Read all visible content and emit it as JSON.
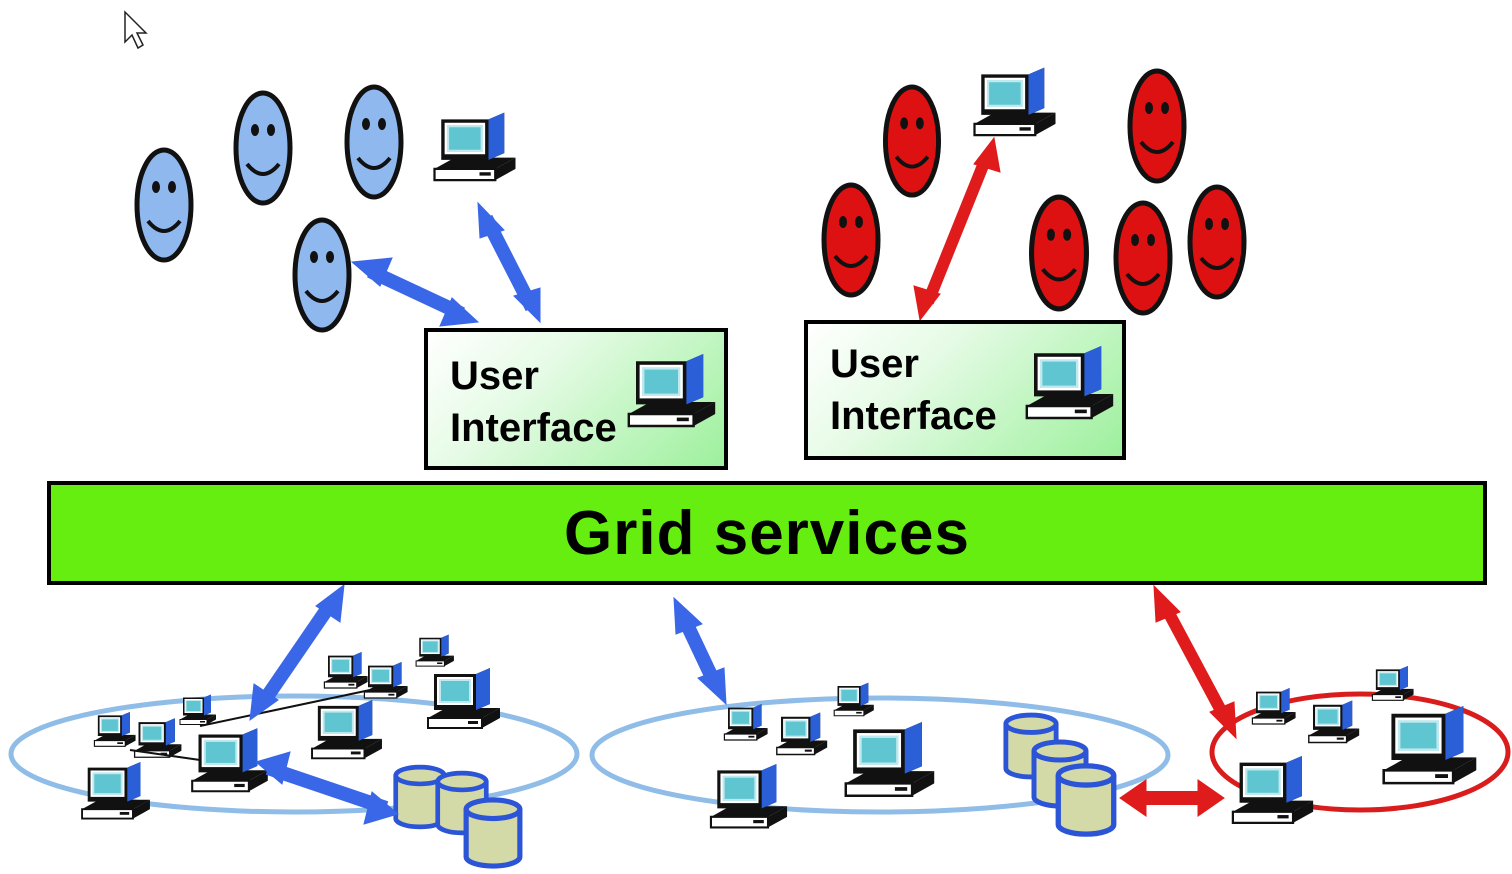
{
  "diagram": {
    "grid_services_label": "Grid services",
    "user_interfaces": [
      {
        "line1": "User",
        "line2": "Interface"
      },
      {
        "line1": "User",
        "line2": "Interface"
      }
    ]
  },
  "colors": {
    "grid_green": "#66ee11",
    "blue_group": "#3a66e8",
    "red_group": "#e01b1b",
    "blue_face": "#8fb8ef",
    "red_face": "#dd1111"
  }
}
